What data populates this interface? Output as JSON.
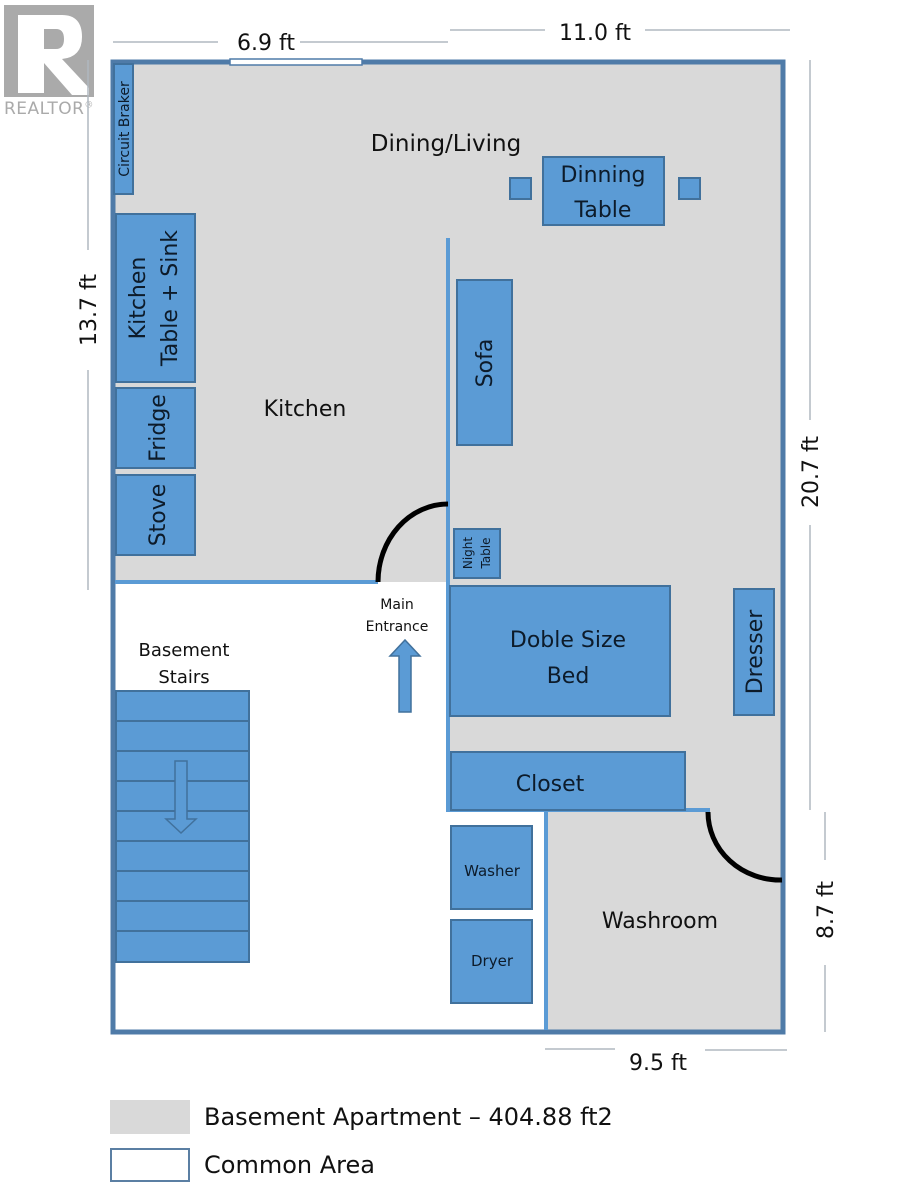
{
  "logo": {
    "text": "REALTOR",
    "mark": "®"
  },
  "dimensions": {
    "top_left": "6.9 ft",
    "top_right": "11.0 ft",
    "left": "13.7 ft",
    "right": "20.7 ft",
    "right_lower": "8.7 ft",
    "bottom": "9.5 ft"
  },
  "rooms": {
    "dining_living": "Dining/Living",
    "kitchen": "Kitchen",
    "washroom": "Washroom",
    "basement_stairs_line1": "Basement",
    "basement_stairs_line2": "Stairs",
    "main_entrance_line1": "Main",
    "main_entrance_line2": "Entrance"
  },
  "furniture": {
    "circuit_breaker": "Circuit Braker",
    "kitchen_table_line1": "Kitchen",
    "kitchen_table_line2": "Table + Sink",
    "fridge": "Fridge",
    "stove": "Stove",
    "dining_table_line1": "Dinning",
    "dining_table_line2": "Table",
    "sofa": "Sofa",
    "night_table_line1": "Night",
    "night_table_line2": "Table",
    "bed_line1": "Doble Size",
    "bed_line2": "Bed",
    "dresser": "Dresser",
    "closet": "Closet",
    "washer": "Washer",
    "dryer": "Dryer"
  },
  "legend": [
    {
      "label": "Basement Apartment – 404.88 ft2",
      "swatch": "gray"
    },
    {
      "label": "Common Area",
      "swatch": "white"
    }
  ],
  "colors": {
    "apartment_fill": "#d9d9d9",
    "furniture_fill": "#5b9bd5",
    "furniture_stroke": "#41719c",
    "wall": "#4f7ba8",
    "door_arc": "#000000"
  }
}
